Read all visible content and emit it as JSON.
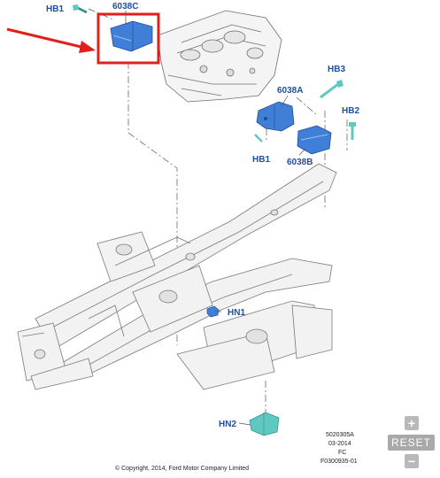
{
  "callouts": {
    "hb1_top": "HB1",
    "c6038c": "6038C",
    "hb3": "HB3",
    "c6038a": "6038A",
    "hb2": "HB2",
    "hb1_mid": "HB1",
    "c6038b": "6038B",
    "hn1": "HN1",
    "hn2": "HN2"
  },
  "drawing_info": {
    "line1": "5020305A",
    "line2": "03-2014",
    "line3": "FC",
    "line4": "F0300935-01"
  },
  "copyright": "© Copyright, 2014, Ford Motor Company Limited",
  "controls": {
    "zoom_in": "+",
    "reset": "RESET",
    "zoom_out": "−"
  },
  "colors": {
    "part_blue": "#3f7fd8",
    "callout_text": "#1f4fa0",
    "highlight_box": "#e0201b",
    "arrow": "#e0201b",
    "fastener_teal": "#5fc8c0",
    "frame_line": "#7a7a7a"
  }
}
